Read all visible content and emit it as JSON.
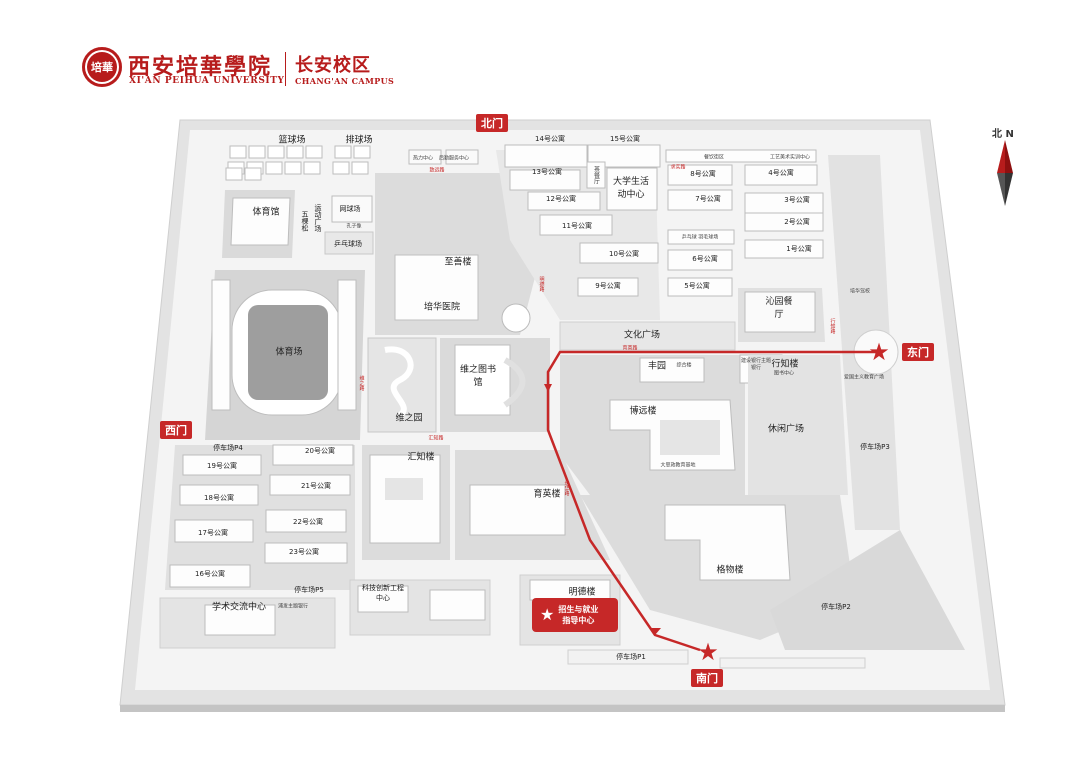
{
  "header": {
    "seal_text": "培華",
    "university_cn": "西安培華學院",
    "university_en": "XI'AN PEIHUA UNIVERSITY",
    "campus_cn": "长安校区",
    "campus_en": "CHANG'AN CAMPUS",
    "brand_color": "#b71c1c"
  },
  "compass": {
    "label": "北 N",
    "icon": "north-arrow-icon"
  },
  "gates": {
    "north": "北门",
    "east": "东门",
    "west": "西门",
    "south": "南门"
  },
  "admissions": {
    "line1": "招生与就业",
    "line2": "指导中心",
    "icon": "star-icon"
  },
  "route_color": "#c62828",
  "labels": {
    "basketball": "篮球场",
    "volleyball": "排球场",
    "heat_center": "热力中心",
    "logistics": "后勤服务中心",
    "gym": "体育馆",
    "wupinsong": "五棵松",
    "sports_plaza": "运动广场",
    "tennis": "网球场",
    "confucius": "孔子像",
    "pingpong_court": "乒乓球场",
    "zhishan": "至善楼",
    "hospital": "培华医院",
    "stadium": "体育场",
    "weizhi_garden": "维之园",
    "library": "维之图书馆",
    "dorm14": "14号公寓",
    "dorm15": "15号公寓",
    "dorm13": "13号公寓",
    "tea": "茶餐厅",
    "activity_center": "大学生活动中心",
    "canteen_area": "餐饮街区",
    "art_center": "工艺美术实训中心",
    "dorm8": "8号公寓",
    "dorm4": "4号公寓",
    "dorm12": "12号公寓",
    "dorm7": "7号公寓",
    "dorm3": "3号公寓",
    "dorm11": "11号公寓",
    "dorm2": "2号公寓",
    "badminton": "乒乓球 羽毛球场",
    "dorm1": "1号公寓",
    "dorm10": "10号公寓",
    "dorm6": "6号公寓",
    "dorm9": "9号公寓",
    "dorm5": "5号公寓",
    "qinyuan": "沁园餐厅",
    "peihua_school": "培华驾校",
    "culture_plaza": "文化广场",
    "fengyuan": "丰园",
    "fengyuan_sub": "综合楼",
    "bank": "建设银行主题银行",
    "xingzhi": "行知楼",
    "xingzhi_sub": "图书中心",
    "patriot": "爱国主义教育广场",
    "boyuan": "博远楼",
    "boyuan_sub": "大思政教育基地",
    "leisure_plaza": "休闲广场",
    "parking_p3": "停车场P3",
    "parking_p4": "停车场P4",
    "dorm19": "19号公寓",
    "dorm20": "20号公寓",
    "dorm18": "18号公寓",
    "dorm21": "21号公寓",
    "dorm17": "17号公寓",
    "dorm22": "22号公寓",
    "dorm23": "23号公寓",
    "dorm16": "16号公寓",
    "huizhi": "汇知楼",
    "yuying": "育英楼",
    "gewu": "格物楼",
    "parking_p5": "停车场P5",
    "tech_center": "科技创新工程中心",
    "academic_center": "学术交流中心",
    "cib_bank": "浦发主题银行",
    "mingde": "明德楼",
    "parking_p2": "停车场P2",
    "parking_p1": "停车场P1"
  },
  "roads": {
    "zhiyuan": "致远路",
    "qiushi": "求实路",
    "xingzhi_road": "行知路",
    "yuying_road": "育英路",
    "mingde_road": "明德路",
    "weizhi_road": "维之路",
    "huizhi_road": "汇知路",
    "peihua_road": "培华路"
  }
}
